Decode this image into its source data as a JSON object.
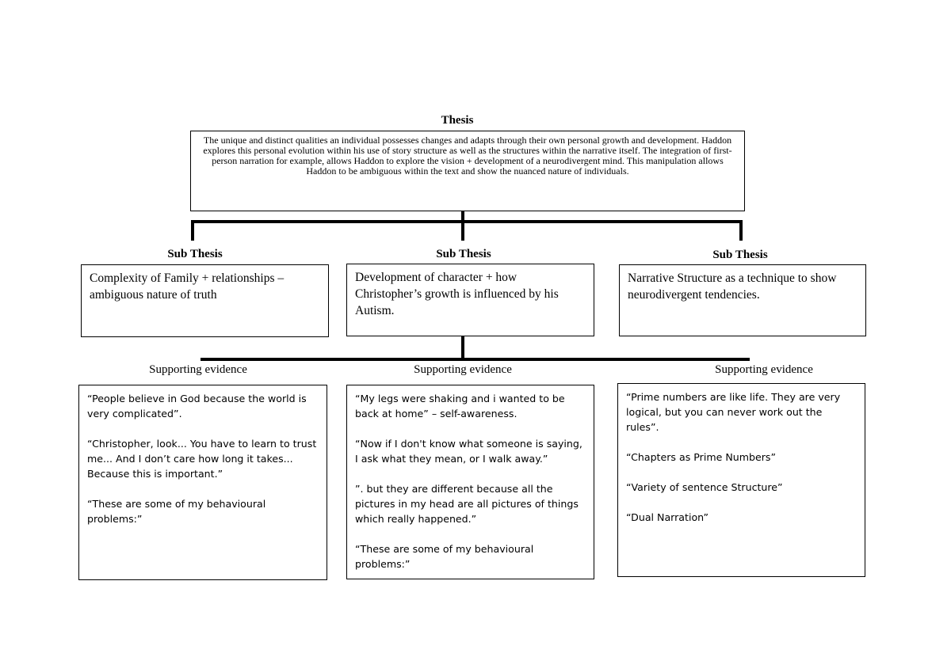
{
  "thesis": {
    "heading": "Thesis",
    "text": "The unique and distinct qualities an individual possesses changes and adapts through their own personal growth and development. Haddon explores this personal evolution within his use of story structure as well as the structures within the narrative itself.  The integration of first-person narration for example, allows Haddon to explore the vision + development of a neurodivergent mind.  This manipulation allows Haddon to be ambiguous within the text and show the nuanced nature of individuals."
  },
  "sub_theses": [
    {
      "heading": "Sub Thesis",
      "text": "Complexity of Family + relationships – ambiguous nature of truth"
    },
    {
      "heading": "Sub Thesis",
      "text": "Development of character + how Christopher’s growth is influenced by his Autism."
    },
    {
      "heading": "Sub Thesis",
      "text": "Narrative Structure as a technique to show neurodivergent tendencies."
    }
  ],
  "evidence": [
    {
      "label": "Supporting evidence",
      "items": [
        "“People believe in God because the world is very complicated”.",
        "“Christopher, look... You have to learn to trust me... And I don’t care how long it takes... Because this is important.”",
        "“These are some of my behavioural problems:”"
      ]
    },
    {
      "label": "Supporting evidence",
      "items": [
        "“My legs were shaking and i wanted to be back at home” – self-awareness.",
        "“Now if I don't know what someone is saying, I ask what they mean, or I walk away.”",
        "”. but they are different because all the pictures in my head are all pictures of things which really happened.”",
        "“These are some of my behavioural problems:”"
      ]
    },
    {
      "label": "Supporting evidence",
      "items": [
        "“Prime numbers are like life. They are very logical, but you can never work out the rules”.",
        "“Chapters as Prime Numbers”",
        "“Variety of sentence Structure”",
        " “Dual Narration”"
      ]
    }
  ]
}
